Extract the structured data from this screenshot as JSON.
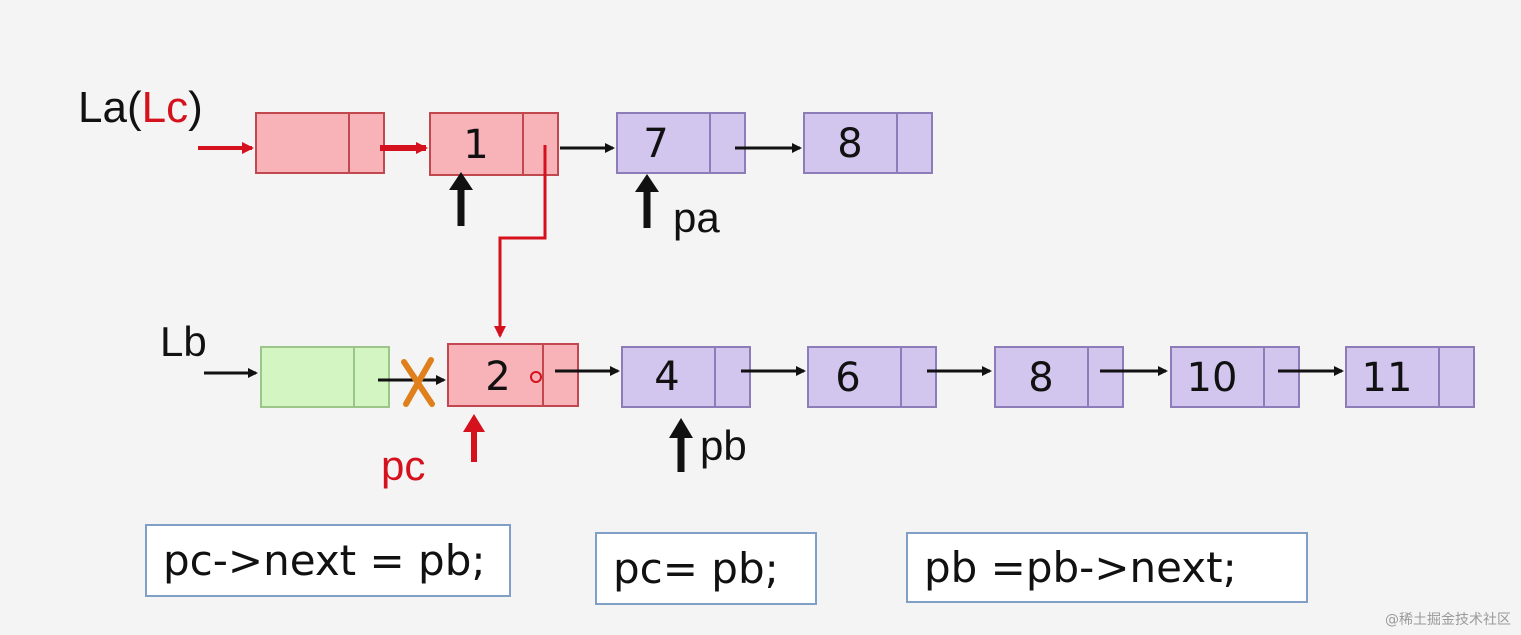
{
  "labels": {
    "la_prefix": "La(",
    "lc": "Lc",
    "la_suffix": ")",
    "lb": "Lb",
    "pa": "pa",
    "pb": "pb",
    "pc": "pc"
  },
  "list_a": {
    "head": "",
    "nodes": [
      "1",
      "7",
      "8"
    ]
  },
  "list_b": {
    "head": "",
    "nodes": [
      "2",
      "4",
      "6",
      "8",
      "10",
      "11"
    ]
  },
  "code": [
    "pc->next = pb;",
    "pc= pb;",
    "pb =pb->next;"
  ],
  "watermark": "@稀土掘金技术社区",
  "colors": {
    "red": "#d4111c",
    "black": "#111111",
    "orange": "#e0801c",
    "pink_fill": "#f7b3b7",
    "pink_stroke": "#c2484f",
    "purple_fill": "#d2c5ee",
    "purple_stroke": "#8c7cb8",
    "green_fill": "#d3f5c2",
    "green_stroke": "#9cc58a",
    "code_border": "#7f9fc6"
  }
}
